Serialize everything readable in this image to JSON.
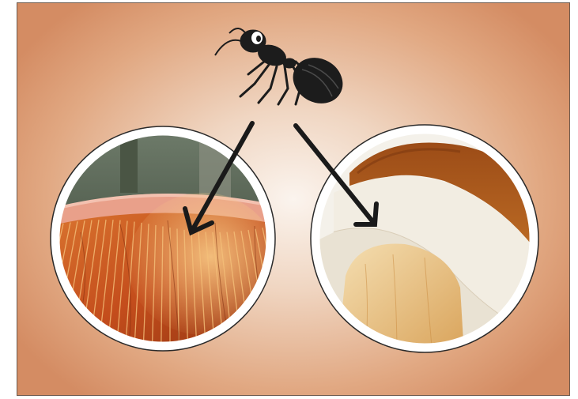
{
  "illustration": {
    "subject": "ant",
    "left_item": "mushroom-gills",
    "right_item": "mushroom-pores"
  },
  "colors": {
    "background_light": "#fbf4ee",
    "background_dark": "#d48c63",
    "circle_border": "#ffffff",
    "circle_outline": "#2a2a2a",
    "ant": "#1c1c1c",
    "arrow": "#1a1a1a",
    "gills_dark": "#b8431a",
    "gills_light": "#f3b46a",
    "cap_brown": "#b5651d",
    "flesh": "#f2ede2"
  }
}
